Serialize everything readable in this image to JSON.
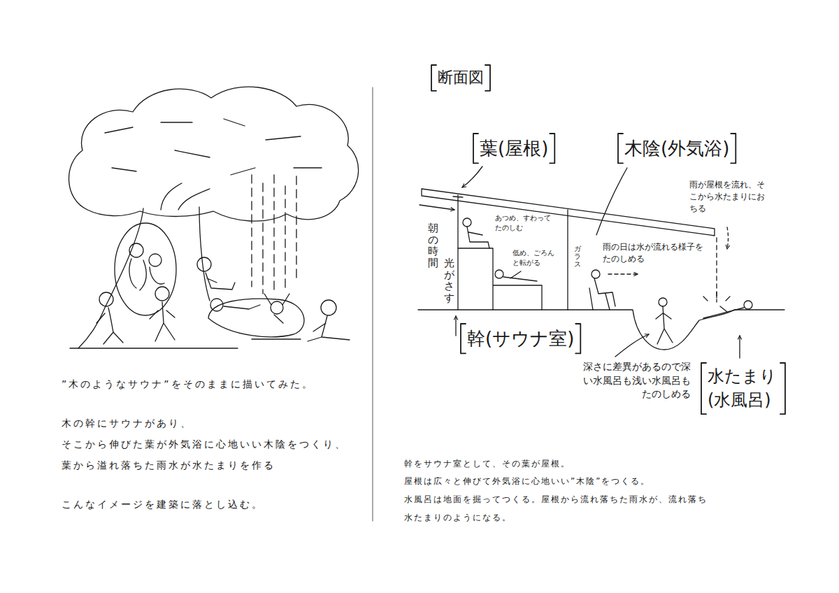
{
  "diagram": {
    "title": "断面図",
    "labels": [
      "”木のようなサウナ”をそのままに描いてみた。",
      "木の幹にサウナがあり、",
      "そこから伸びた葉が外気浴に心地いい木陰をつくり、",
      "葉から溢れ落ちた雨水が水たまりを作る",
      "こんなイメージを建築に落とし込む。",
      "葉(屋根)",
      "木陰(外気浴)",
      "雨が屋根を流れ、そこから水たまりにおちる",
      "朝の時間",
      "光がさす",
      "あつめ、すわってたのしむ",
      "低め、ごろんと転がる",
      "ガラス",
      "雨の日は水が流れる様子をたのしめる",
      "幹(サウナ室)",
      "深さに差異があるので深い水風呂も浅い水風呂もたのしめる",
      "水たまり(水風呂)",
      "幹をサウナ室として、その葉が屋根。",
      "屋根は広々と伸びて外気浴に心地いい”木陰”をつくる。",
      "水風呂は地面を掘ってつくる。屋根から流れ落ちた雨水が、流れ落ち",
      "水たまりのようになる。"
    ]
  }
}
